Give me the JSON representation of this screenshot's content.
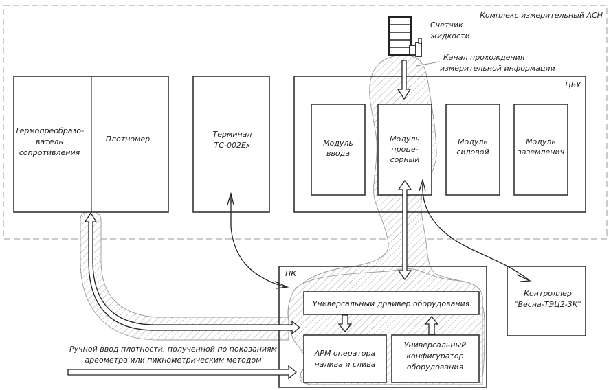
{
  "diagram": {
    "complex_label": "Комплекс измерительный АСН",
    "counter_label": [
      "Счетчик",
      "жидкости"
    ],
    "channel_label": [
      "Канал прохождения",
      "измерительной информации"
    ],
    "blocks": {
      "thermo": [
        "Термопреобразо-",
        "ватель",
        "сопротивления"
      ],
      "densitometer": "Плотномер",
      "terminal": [
        "Терминал",
        "ТС-002Ех"
      ],
      "cbu": "ЦБУ",
      "module_input": [
        "Модуль",
        "ввода"
      ],
      "module_processor": [
        "Модуль",
        "проце-",
        "сорный"
      ],
      "module_power": [
        "Модуль",
        "силовой"
      ],
      "module_ground": [
        "Модуль",
        "заземленич"
      ],
      "pc": "ПК",
      "driver": "Универсальный драйвер оборудования",
      "arm": [
        "АРМ оператора",
        "налива и слива"
      ],
      "configurator": [
        "Универсальный",
        "конфигуратор",
        "оборудования"
      ],
      "controller": [
        "Контроллер",
        "\"Весна-ТЭЦ2-3К\""
      ]
    },
    "manual_input_label": [
      "Ручной ввод плотности, полученной по показаниям",
      "ареометра или пикнометрическим методом"
    ],
    "colors": {
      "line": "#222222",
      "dashed": "#999999",
      "hatch": "#9a9a9a"
    }
  }
}
